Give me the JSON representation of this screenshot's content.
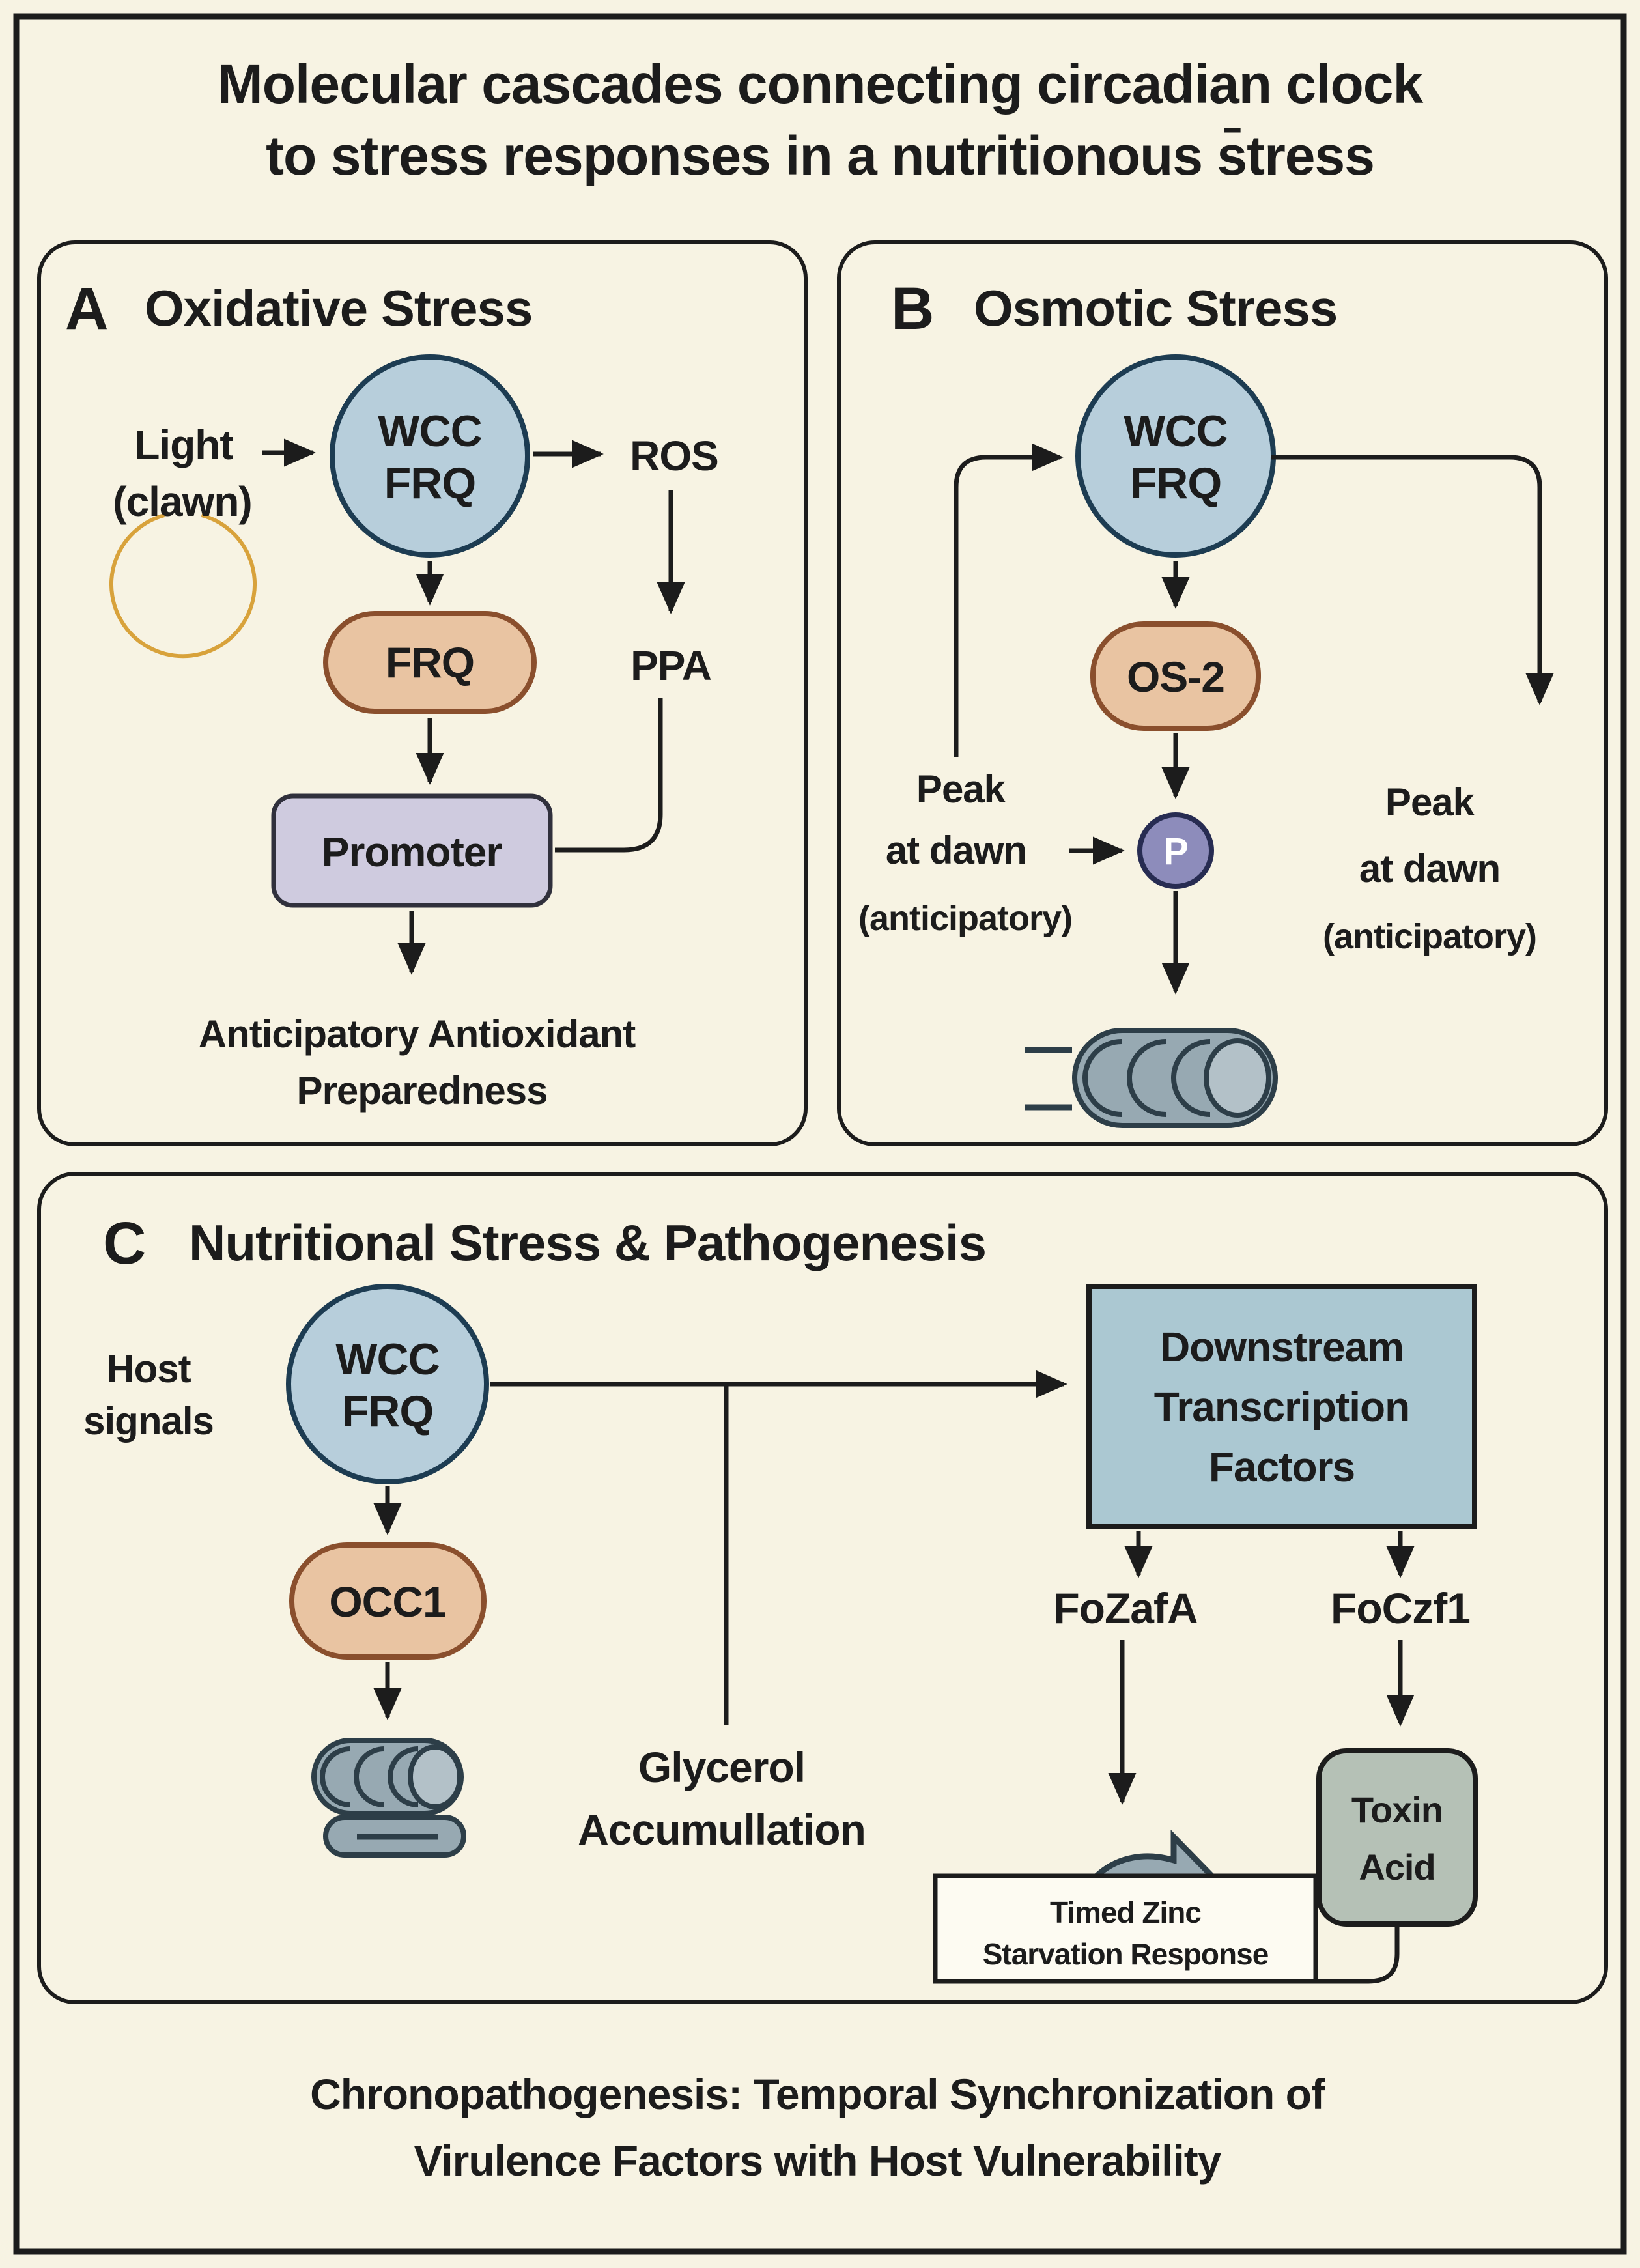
{
  "title": {
    "line1": "Molecular cascades connecting circadian clock",
    "line2": "to stress responses in a nutritionous s̄tress"
  },
  "panels": {
    "a": {
      "label": "A",
      "heading": "Oxidative Stress",
      "light_line1": "Light",
      "light_line2": "(clawn)",
      "wcc_line1": "WCC",
      "wcc_line2": "FRQ",
      "ros": "ROS",
      "ppa": "PPA",
      "frq": "FRQ",
      "promoter": "Promoter",
      "outcome_line1": "Anticipatory Antioxidant",
      "outcome_line2": "Preparedness"
    },
    "b": {
      "label": "B",
      "heading": "Osmotic Stress",
      "wcc_line1": "WCC",
      "wcc_line2": "FRQ",
      "os2": "OS-2",
      "phospho": "P",
      "peak_left_line1": "Peak",
      "peak_left_line2": "at dawn",
      "peak_left_line3": "(anticipatory)",
      "peak_right_line1": "Peak",
      "peak_right_line2": "at dawn",
      "peak_right_line3": "(anticipatory)"
    },
    "c": {
      "label": "C",
      "heading": "Nutritional Stress & Pathogenesis",
      "host_line1": "Host",
      "host_line2": "signals",
      "wcc_line1": "WCC",
      "wcc_line2": "FRQ",
      "occ1": "OCC1",
      "glycerol_line1": "Glycerol",
      "glycerol_line2": "Accumullation",
      "downstream_line1": "Downstream",
      "downstream_line2": "Transcription",
      "downstream_line3": "Factors",
      "fozafa": "FoZafA",
      "foczf1": "FoCzf1",
      "toxin_line1": "Toxin",
      "toxin_line2": "Acid",
      "timed_line1": "Timed Zinc",
      "timed_line2": "Starvation Response"
    }
  },
  "caption": {
    "line1": "Chronopathogenesis: Temporal Synchronization of",
    "line2": "Virulence Factors with Host Vulnerability"
  },
  "colors": {
    "background": "#f7f3e3",
    "ink": "#1c1c1c",
    "node_blue": "#b7cedb",
    "node_blue_border": "#1d3c52",
    "node_orange": "#e9c4a2",
    "node_orange_border": "#8a4f2d",
    "node_lavender": "#cfcbdf",
    "node_lavender_border": "#30303c",
    "phospho_purple": "#8d8cbb",
    "phospho_border": "#272c52",
    "downstream_blue": "#abc8d2",
    "toxin_gray": "#b5c1b6",
    "coil_gray": "#97a9b2",
    "coil_cap": "#b3c1c8",
    "coil_border": "#2d3e48",
    "gold": "#d8a23b",
    "box_white": "#fdfbf2"
  }
}
